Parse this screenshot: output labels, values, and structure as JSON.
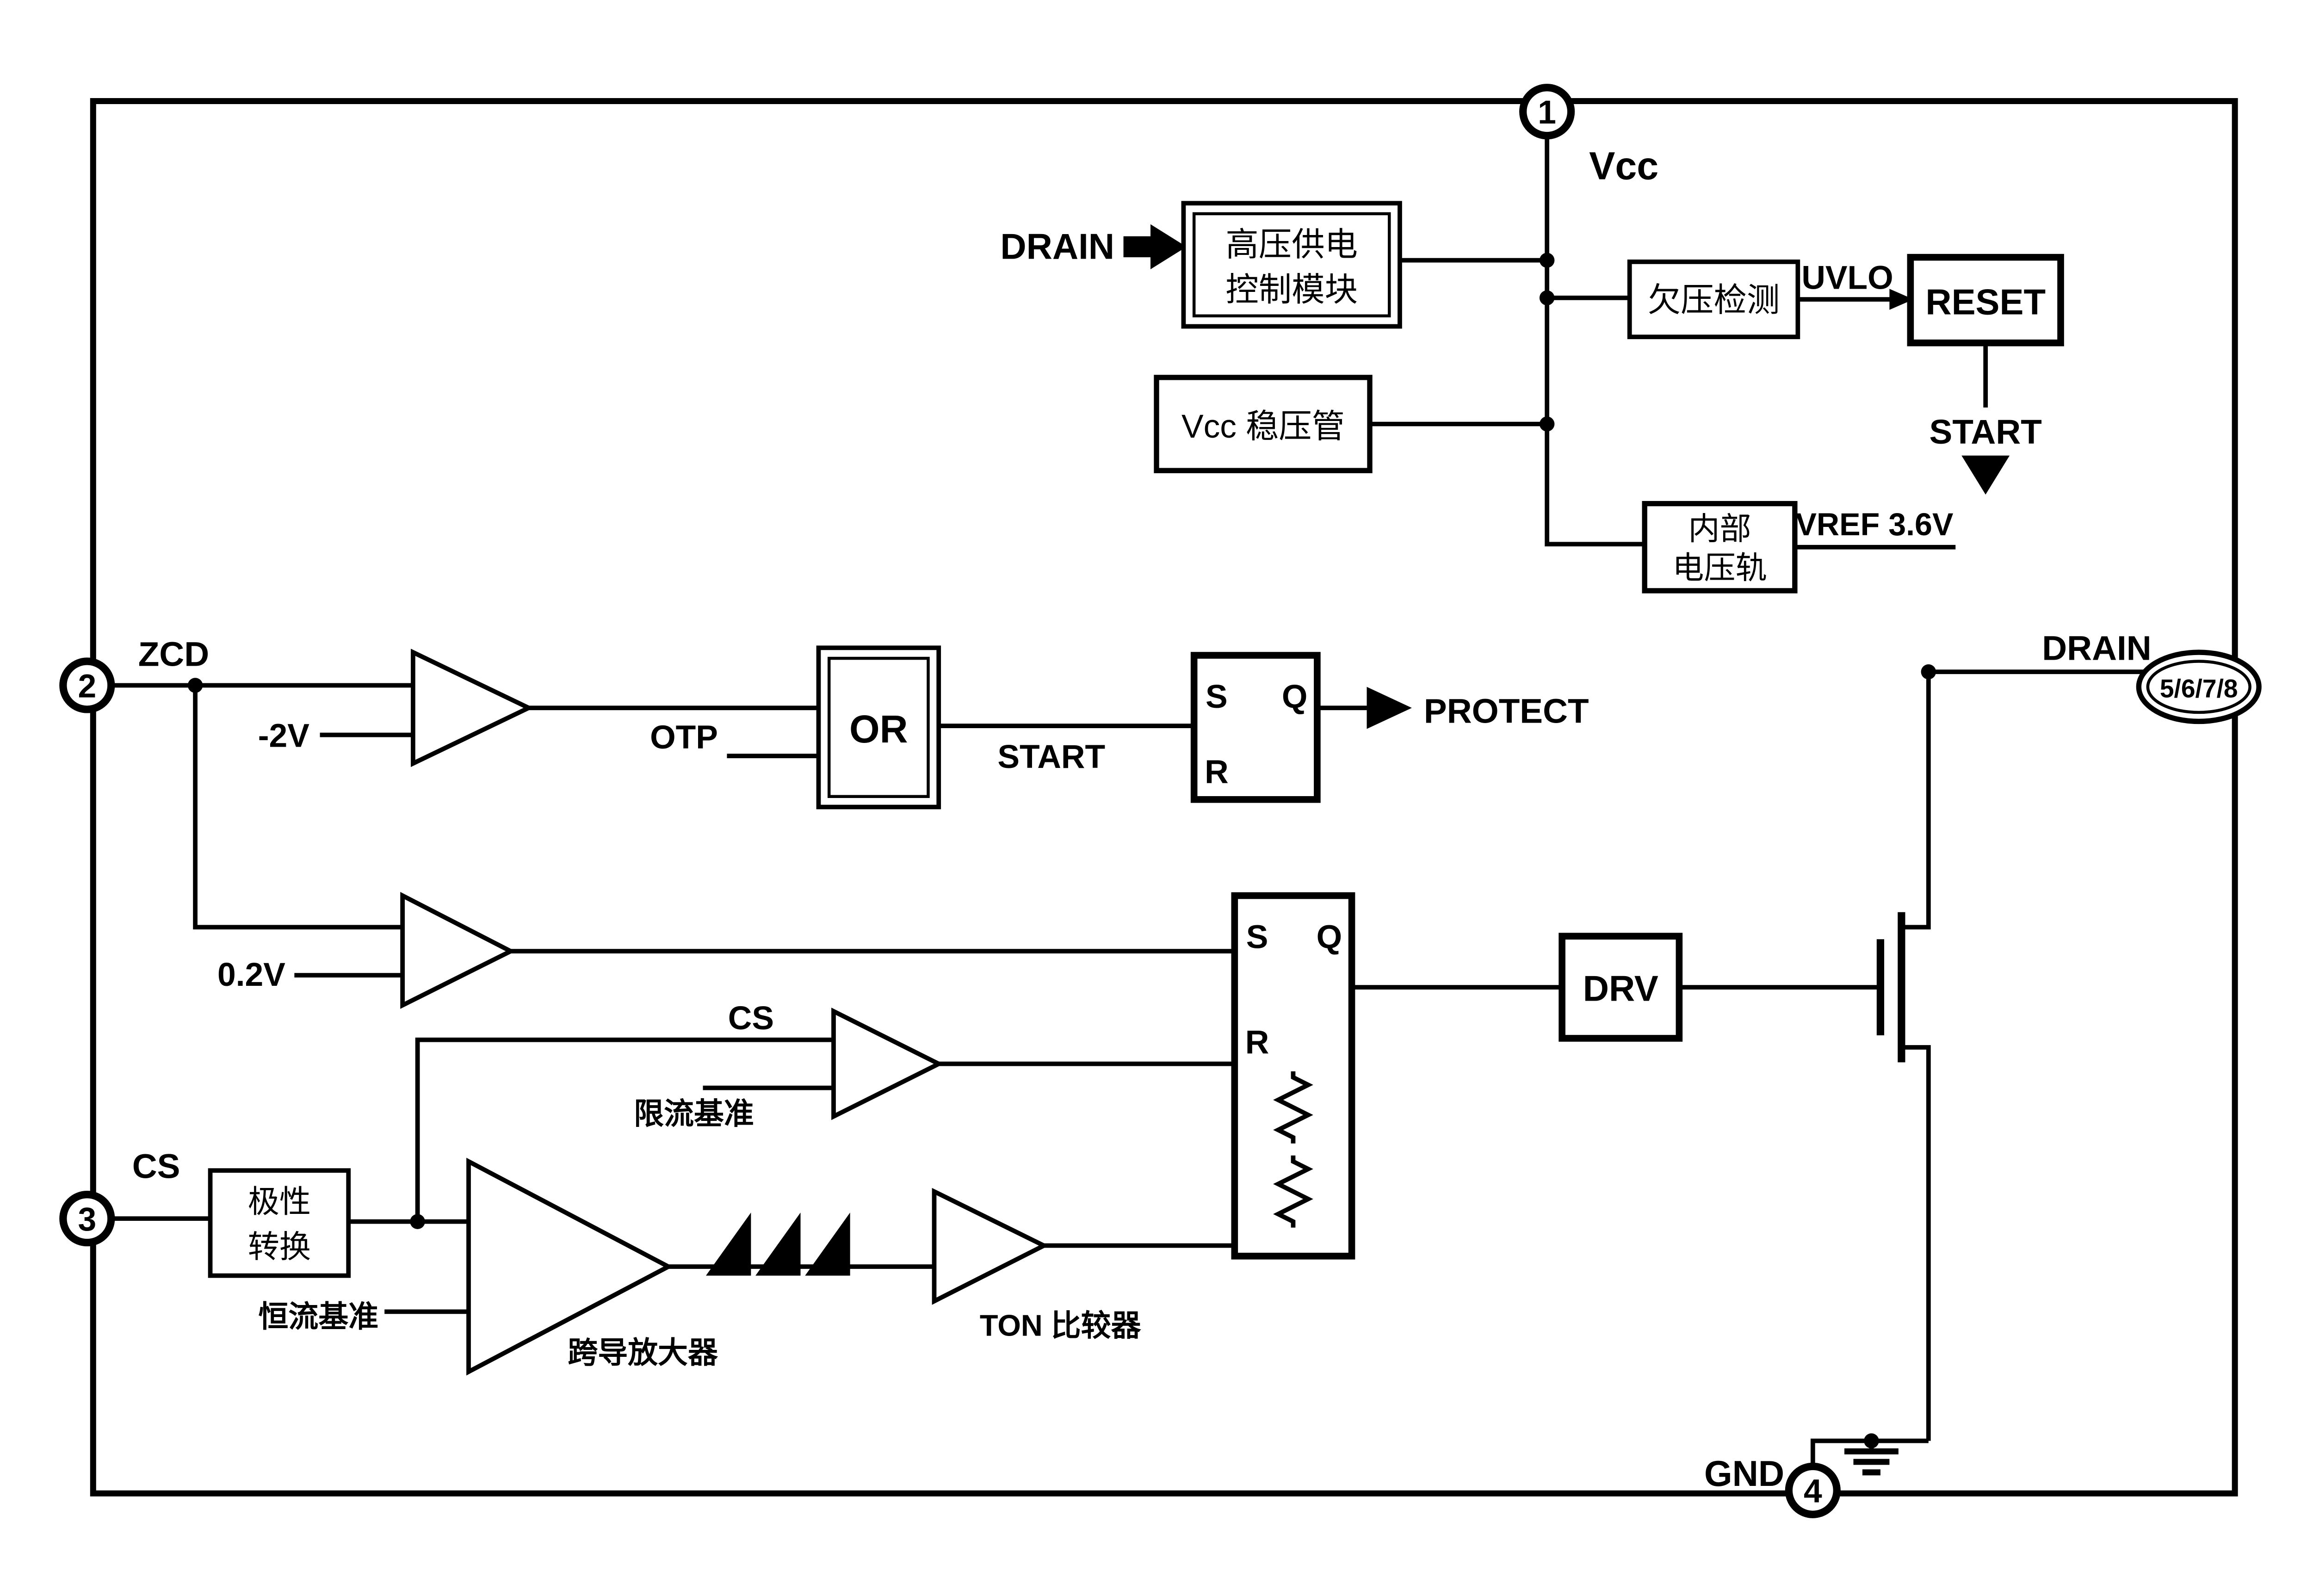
{
  "diagram": {
    "pins": {
      "pin1": {
        "number": "1",
        "label": "Vcc"
      },
      "pin2": {
        "number": "2",
        "label": "ZCD"
      },
      "pin3": {
        "number": "3",
        "label": "CS"
      },
      "pin4": {
        "number": "4",
        "label": "GND"
      },
      "pin5678": {
        "number": "5/6/7/8",
        "label": "DRAIN"
      }
    },
    "blocks": {
      "hv_supply": {
        "line1": "高压供电",
        "line2": "控制模块"
      },
      "uvlo_detector": {
        "label": "欠压检测"
      },
      "reset": {
        "label": "RESET"
      },
      "vcc_regulator": {
        "label": "Vcc 稳压管"
      },
      "internal_rail": {
        "line1": "内部",
        "line2": "电压轨"
      },
      "or_gate": {
        "label": "OR"
      },
      "latch1": {
        "s": "S",
        "q": "Q",
        "r": "R"
      },
      "latch2": {
        "s": "S",
        "q": "Q",
        "r": "R"
      },
      "polarity": {
        "line1": "极性",
        "line2": "转换"
      },
      "drv": {
        "label": "DRV"
      }
    },
    "signals": {
      "drain_in": "DRAIN",
      "uvlo": "UVLO",
      "start_top": "START",
      "vref": "VREF 3.6V",
      "neg2v": "-2V",
      "otp": "OTP",
      "start_mid": "START",
      "protect": "PROTECT",
      "v0_2": "0.2V",
      "cs_sense": "CS",
      "ilim_ref": "限流基准",
      "cc_ref": "恒流基准",
      "ota_label": "跨导放大器",
      "ton_label": "TON 比较器"
    },
    "colors": {
      "ink": "#000000",
      "paper": "#ffffff"
    }
  }
}
